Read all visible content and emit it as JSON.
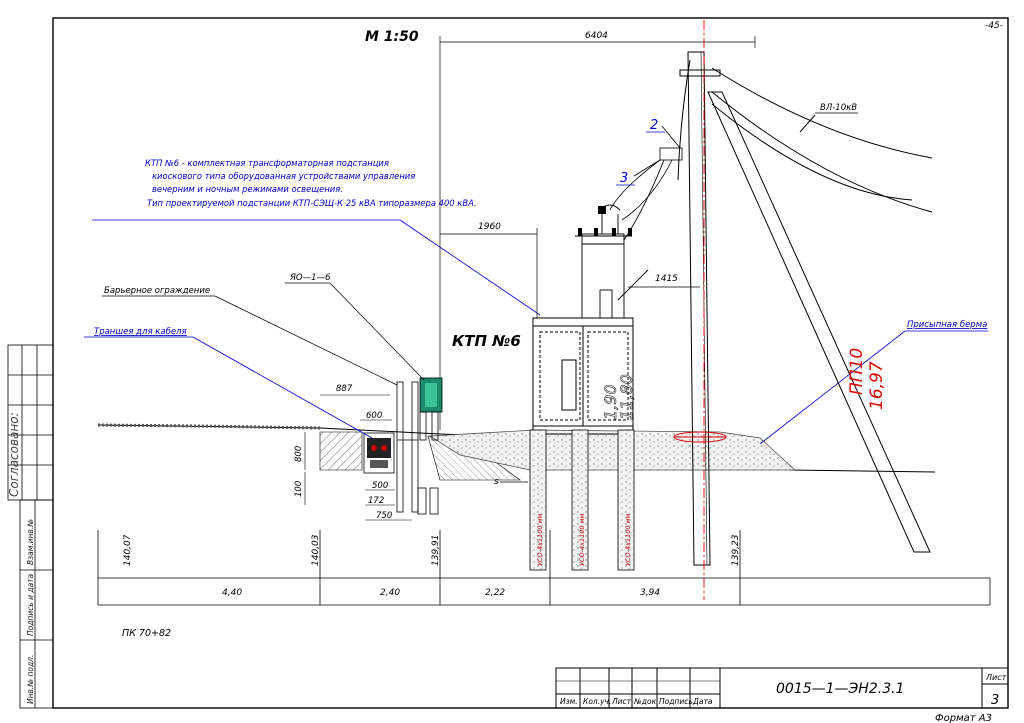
{
  "page_number": "-45-",
  "scale": "М 1:50",
  "substation_name": "КТП №6",
  "description": [
    "КТП №6 - комплектная трансформаторная подстанция",
    "киоскового типа  оборудованная устройствами управления",
    "вечерним и ночным режимами освещения.",
    "Тип проектируемой подстанции КТП-СЭЩ-К 25 кВА типоразмера 400 кВА."
  ],
  "callouts": {
    "barrier": "Барьерное ограждение",
    "trench": "Траншея для кабеля",
    "yao": "ЯО—1—6",
    "berm": "Присыпная берма",
    "line": "ВЛ-10кВ",
    "mark2": "2",
    "mark3": "3",
    "s_mark": "s"
  },
  "dimensions": {
    "total": "6404",
    "d1960": "1960",
    "d1415": "1415",
    "d887": "887",
    "d600": "600",
    "d800": "800",
    "d100": "100",
    "d500": "500",
    "d172": "172",
    "d750": "750"
  },
  "vertical_labels": {
    "kiosk1": "1,90",
    "kiosk2": "11,80",
    "pole_marks": [
      "ПП10",
      "16,97"
    ],
    "pile1": "УСО-4х1100 мм",
    "pile2": "УСО-4х1100 мм",
    "pile3": "УСО-4х1100 мм"
  },
  "elevations": [
    "140,07",
    "140,03",
    "139,91",
    "139,23"
  ],
  "distances": [
    "4,40",
    "2,40",
    "2,22",
    "3,94"
  ],
  "chainage": "ПК 70+82",
  "side_stamp": {
    "agreed": "Согласовано:",
    "fields": [
      "Взам.инв.№",
      "Подпись и дата",
      "Инв.№ подл."
    ]
  },
  "title_block": {
    "columns": [
      "Изм.",
      "Кол.уч.",
      "Лист",
      "№док.",
      "Подпись",
      "Дата"
    ],
    "doc_code": "0015—1—ЭН2.3.1",
    "sheet_label": "Лист",
    "sheet_number": "3",
    "format": "Формат А3"
  }
}
